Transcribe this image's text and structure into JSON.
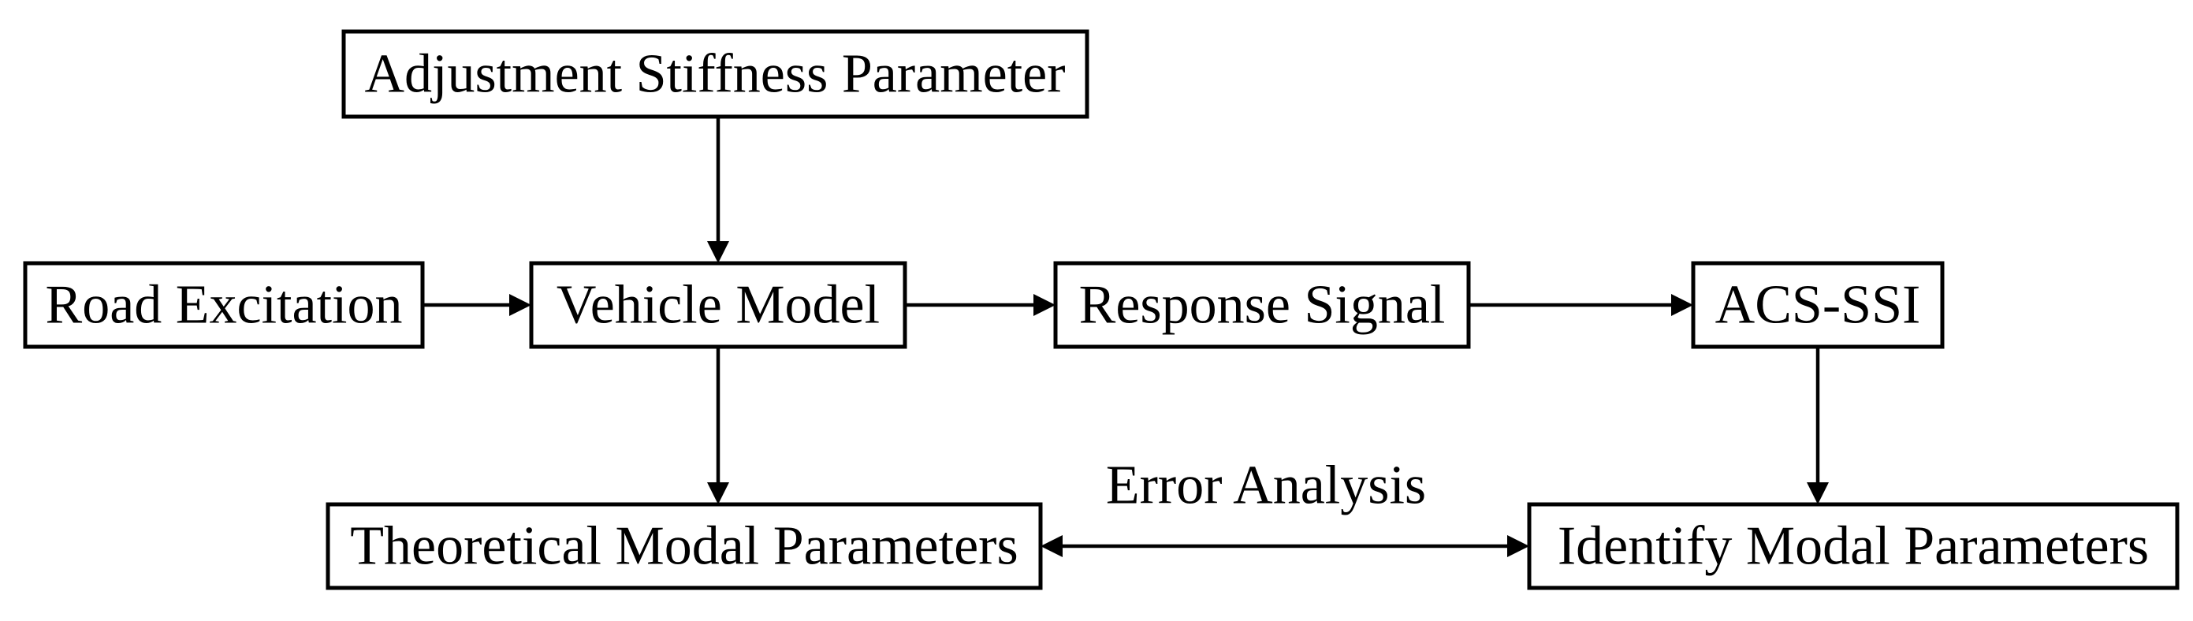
{
  "diagram": {
    "nodes": {
      "adjustment_stiffness": "Adjustment Stiffness Parameter",
      "road_excitation": "Road Excitation",
      "vehicle_model": "Vehicle Model",
      "response_signal": "Response Signal",
      "acs_ssi": "ACS-SSI",
      "theoretical_modal": "Theoretical Modal Parameters",
      "identify_modal": "Identify Modal Parameters"
    },
    "edge_labels": {
      "error_analysis": "Error Analysis"
    },
    "edges": [
      {
        "from": "adjustment_stiffness",
        "to": "vehicle_model"
      },
      {
        "from": "road_excitation",
        "to": "vehicle_model"
      },
      {
        "from": "vehicle_model",
        "to": "response_signal"
      },
      {
        "from": "response_signal",
        "to": "acs_ssi"
      },
      {
        "from": "vehicle_model",
        "to": "theoretical_modal"
      },
      {
        "from": "acs_ssi",
        "to": "identify_modal"
      },
      {
        "from": "theoretical_modal",
        "to": "identify_modal",
        "bidirectional": true,
        "label": "error_analysis"
      }
    ]
  }
}
